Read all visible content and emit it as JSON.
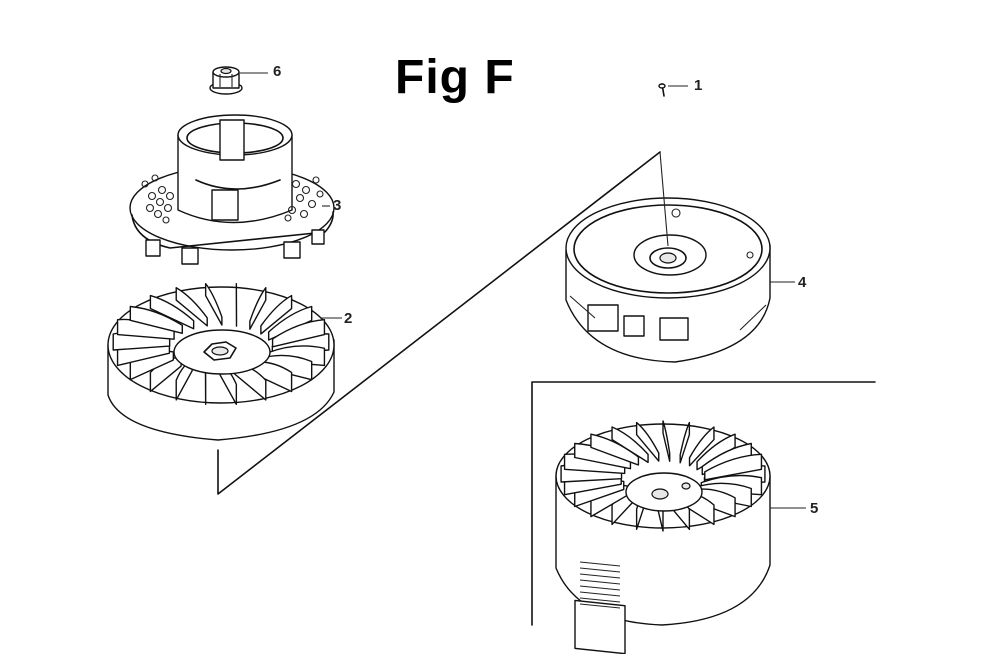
{
  "figure": {
    "title": "Fig F"
  },
  "callouts": [
    {
      "id": "1",
      "label": "1"
    },
    {
      "id": "2",
      "label": "2"
    },
    {
      "id": "3",
      "label": "3"
    },
    {
      "id": "4",
      "label": "4"
    },
    {
      "id": "5",
      "label": "5"
    },
    {
      "id": "6",
      "label": "6"
    }
  ],
  "parts": {
    "p1": "screw-icon",
    "p2": "flywheel-fan-icon",
    "p3": "starter-pulley-cup-icon",
    "p4": "flywheel-assembly-icon",
    "p5": "flywheel-icon",
    "p6": "flange-nut-icon"
  },
  "colors": {
    "line": "#111111",
    "background": "#ffffff"
  }
}
